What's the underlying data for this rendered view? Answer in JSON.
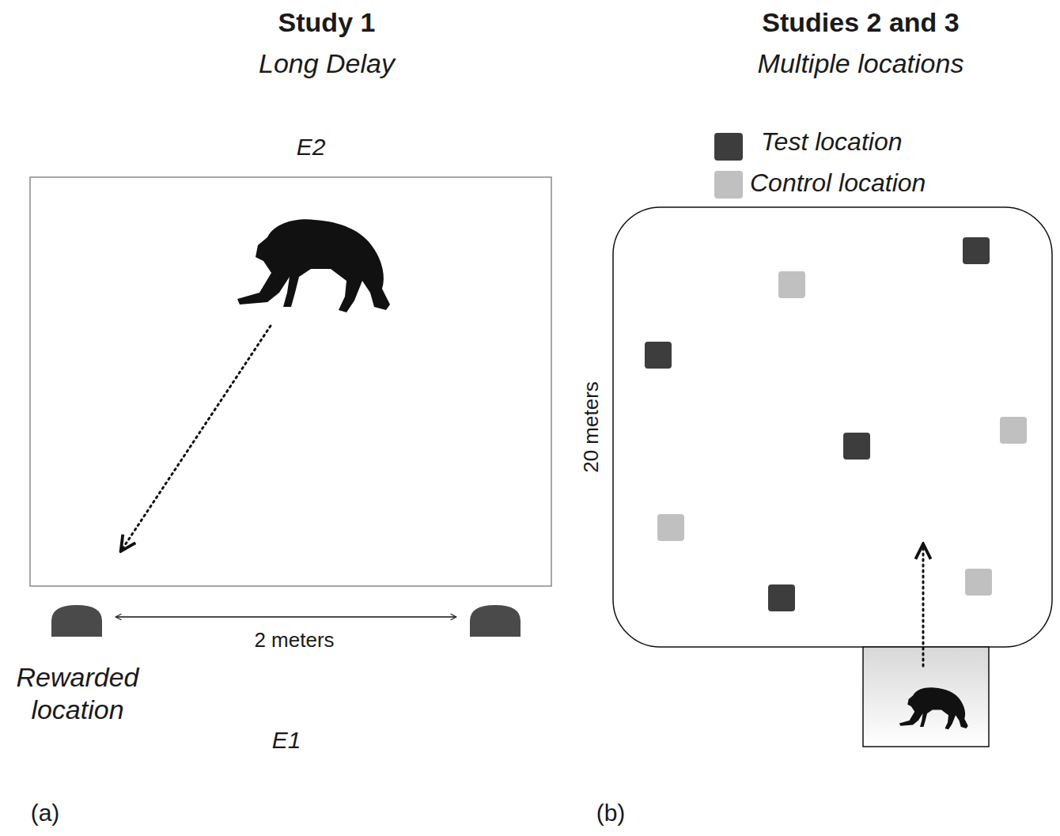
{
  "diagram": {
    "labels": [
      "Study 1",
      "Long Delay",
      "E2",
      "2 meters",
      "Rewarded location",
      "E1",
      "(a)",
      "Studies 2 and 3",
      "Multiple locations",
      "20 meters",
      "(b)"
    ],
    "legend": [
      {
        "text": "Test location",
        "color": "#3d3d3d"
      },
      {
        "text": "Control location",
        "color": "#c0c0c0"
      }
    ]
  }
}
